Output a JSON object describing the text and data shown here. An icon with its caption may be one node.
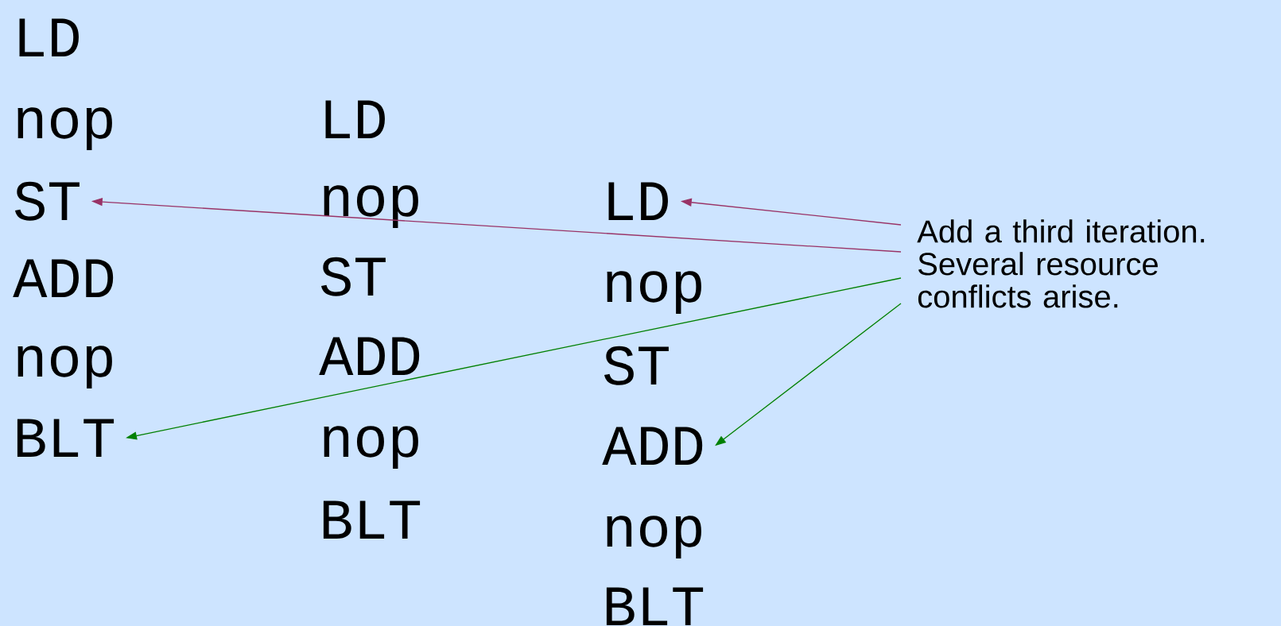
{
  "diagram": {
    "nodes": [
      {
        "text": [
          "ST"
        ]
      },
      {
        "text": [
          "BLT"
        ]
      },
      {
        "text": [
          "LD"
        ]
      },
      {
        "text": [
          "ADD"
        ]
      },
      {
        "text": [
          "Add a third iteration. Several resource conflicts arise."
        ]
      }
    ],
    "edges": [
      {
        "from": 4,
        "to": 0,
        "arrow": "to",
        "color": "#993366"
      },
      {
        "from": 4,
        "to": 2,
        "arrow": "to",
        "color": "#993366"
      },
      {
        "from": 4,
        "to": 1,
        "arrow": "to",
        "color": "#008000"
      },
      {
        "from": 4,
        "to": 3,
        "arrow": "to",
        "color": "#008000"
      }
    ],
    "labels": [
      "LD",
      "nop",
      "ADD",
      "nop",
      "LD",
      "nop",
      "ST",
      "ADD",
      "nop",
      "BLT",
      "nop",
      "ST",
      "nop",
      "BLT"
    ]
  }
}
